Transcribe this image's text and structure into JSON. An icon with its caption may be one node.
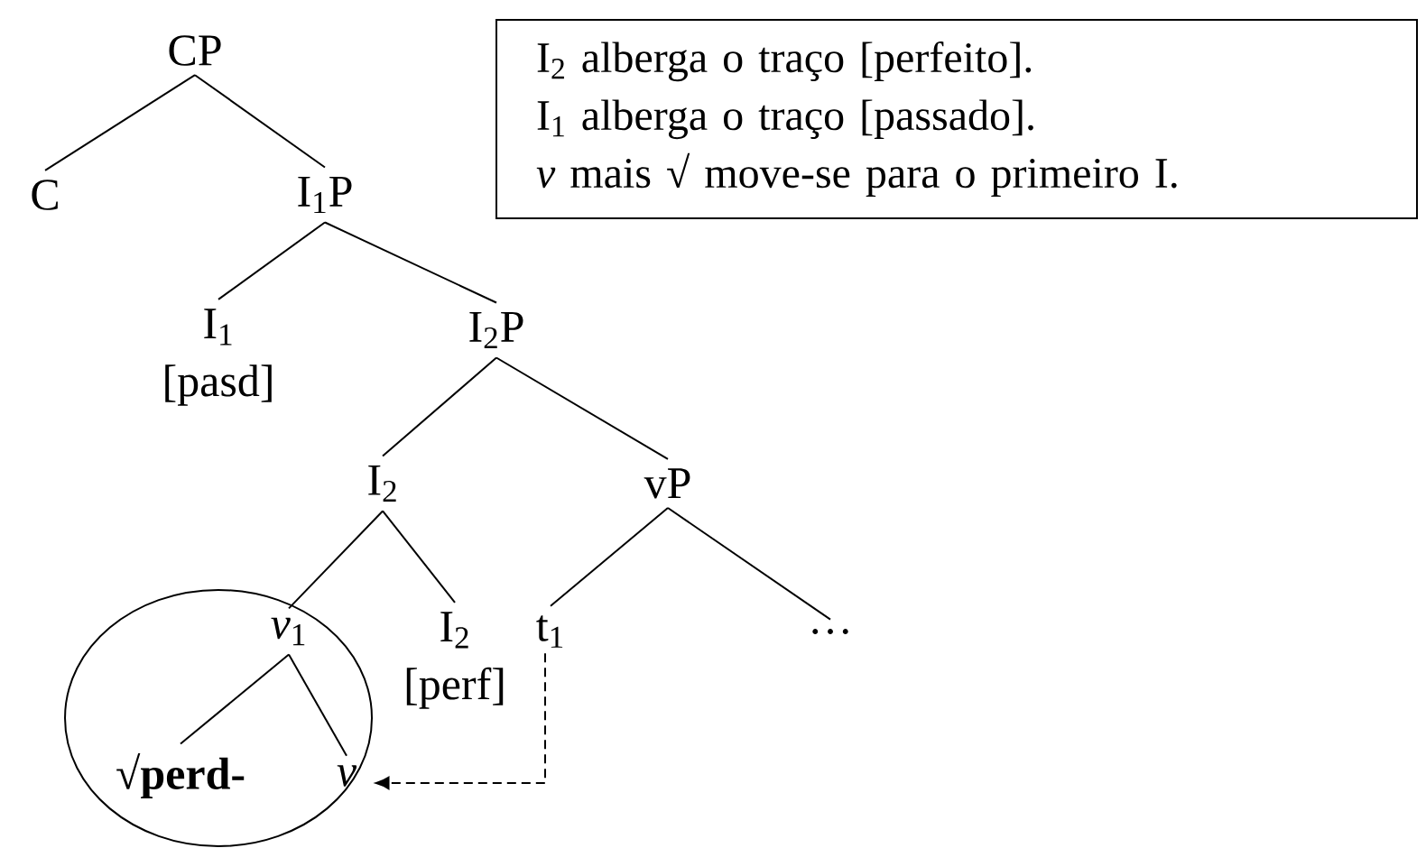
{
  "diagram": {
    "nodes": [
      {
        "text": [
          "CP"
        ]
      },
      {
        "text": [
          "C"
        ]
      },
      {
        "text": [
          "I$_{1}$P"
        ]
      },
      {
        "text": [
          "I$_{1}$",
          "[pasd]"
        ]
      },
      {
        "text": [
          "I$_{2}$P"
        ]
      },
      {
        "text": [
          "I$_{2}$"
        ]
      },
      {
        "text": [
          "vP"
        ]
      },
      {
        "text": [],
        "shape": "circle"
      },
      {
        "text": [
          "*v*$_{1}$"
        ],
        "in": 7
      },
      {
        "text": [
          "I$_{2}$",
          "[perf]"
        ]
      },
      {
        "text": [
          "t$_{1}$"
        ]
      },
      {
        "text": [
          "…"
        ]
      },
      {
        "text": [
          "√perd-"
        ],
        "in": 7
      },
      {
        "text": [
          "v"
        ],
        "in": 7
      },
      {
        "text": [
          "I$_{2}$ alberga o traço [perfeito].",
          "I$_{1}$ alberga o traço [passado].",
          "*v* mais √ move-se para o primeiro I."
        ]
      }
    ],
    "edges": [
      {
        "from": 0,
        "to": 1,
        "arrow": "none"
      },
      {
        "from": 0,
        "to": 2,
        "arrow": "none"
      },
      {
        "from": 2,
        "to": 3,
        "arrow": "none"
      },
      {
        "from": 2,
        "to": 4,
        "arrow": "none"
      },
      {
        "from": 4,
        "to": 5,
        "arrow": "none"
      },
      {
        "from": 4,
        "to": 6,
        "arrow": "none"
      },
      {
        "from": 5,
        "to": 8,
        "arrow": "none"
      },
      {
        "from": 5,
        "to": 9,
        "arrow": "none"
      },
      {
        "from": 6,
        "to": 10,
        "arrow": "none"
      },
      {
        "from": 6,
        "to": 11,
        "arrow": "none"
      },
      {
        "from": 8,
        "to": 12,
        "arrow": "none"
      },
      {
        "from": 8,
        "to": 13,
        "arrow": "none"
      },
      {
        "from": 10,
        "to": 13,
        "arrow": "to",
        "style": "dashed"
      }
    ]
  }
}
